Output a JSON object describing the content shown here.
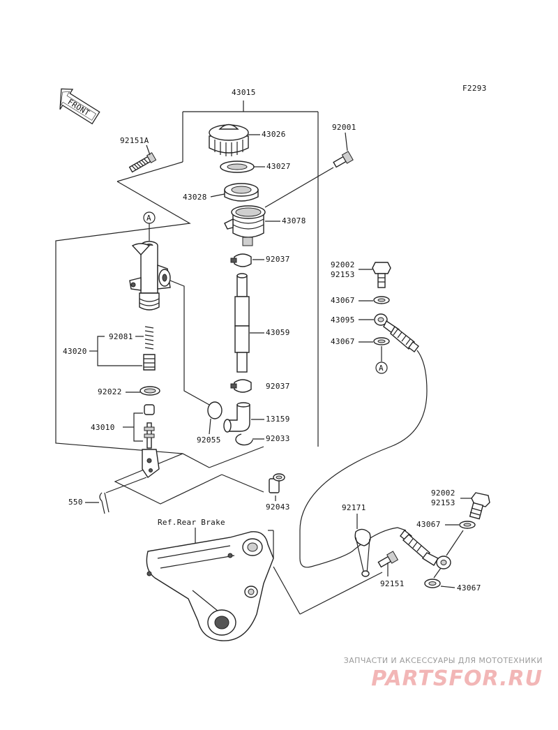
{
  "figure_code": "F2293",
  "front_tag": "FRONT",
  "ref_label": "Ref.Rear Brake",
  "circle_marker": "A",
  "labels": {
    "p43015": "43015",
    "p92151a": "92151A",
    "p43026": "43026",
    "p43027": "43027",
    "p43028": "43028",
    "p43078": "43078",
    "p92001": "92001",
    "p92037a": "92037",
    "p92037b": "92037",
    "p43059": "43059",
    "p92002a": "92002",
    "p92153a": "92153",
    "p43067a": "43067",
    "p43095": "43095",
    "p43067b": "43067",
    "p92081": "92081",
    "p43020": "43020",
    "p92022": "92022",
    "p43010": "43010",
    "p92055": "92055",
    "p13159": "13159",
    "p92033": "92033",
    "p550": "550",
    "p92043": "92043",
    "p92171": "92171",
    "p92002b": "92002",
    "p92153b": "92153",
    "p43067c": "43067",
    "p92151": "92151",
    "p43067d": "43067"
  },
  "watermark": {
    "caption": "ЗАПЧАСТИ И АКСЕССУАРЫ ДЛЯ МОТОТЕХНИКИ",
    "logo": "PARTSFOR.RU"
  }
}
